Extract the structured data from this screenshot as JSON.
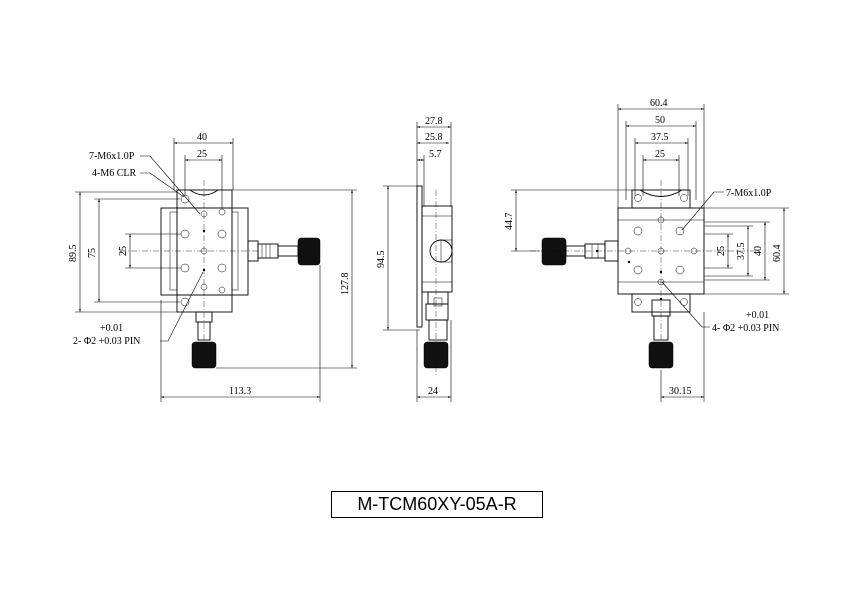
{
  "front_view": {
    "dim_top_outer": "40",
    "dim_top_inner": "25",
    "callout_thread": "7-M6x1.0P",
    "callout_clr": "4-M6 CLR",
    "dim_left_outer": "89.5",
    "dim_left_mid": "75",
    "dim_left_inner": "25",
    "dim_right_height": "127.8",
    "dim_bottom_width": "113.3",
    "pin_tol": "+0.01",
    "pin_note": "2- Φ2 +0.03 PIN"
  },
  "side_view": {
    "dim_a": "27.8",
    "dim_b": "25.8",
    "dim_c": "5.7",
    "dim_height": "94.5",
    "dim_bottom": "24"
  },
  "top_view": {
    "dim_top_1": "60.4",
    "dim_top_2": "50",
    "dim_top_3": "37.5",
    "dim_top_4": "25",
    "callout_thread": "7-M6x1.0P",
    "dim_left": "44.7",
    "dim_right_1": "25",
    "dim_right_2": "37.5",
    "dim_right_3": "40",
    "dim_right_4": "60.4",
    "pin_tol": "+0.01",
    "pin_note": "4- Φ2 +0.03 PIN",
    "dim_bottom": "30.15"
  },
  "title": "M-TCM60XY-05A-R"
}
